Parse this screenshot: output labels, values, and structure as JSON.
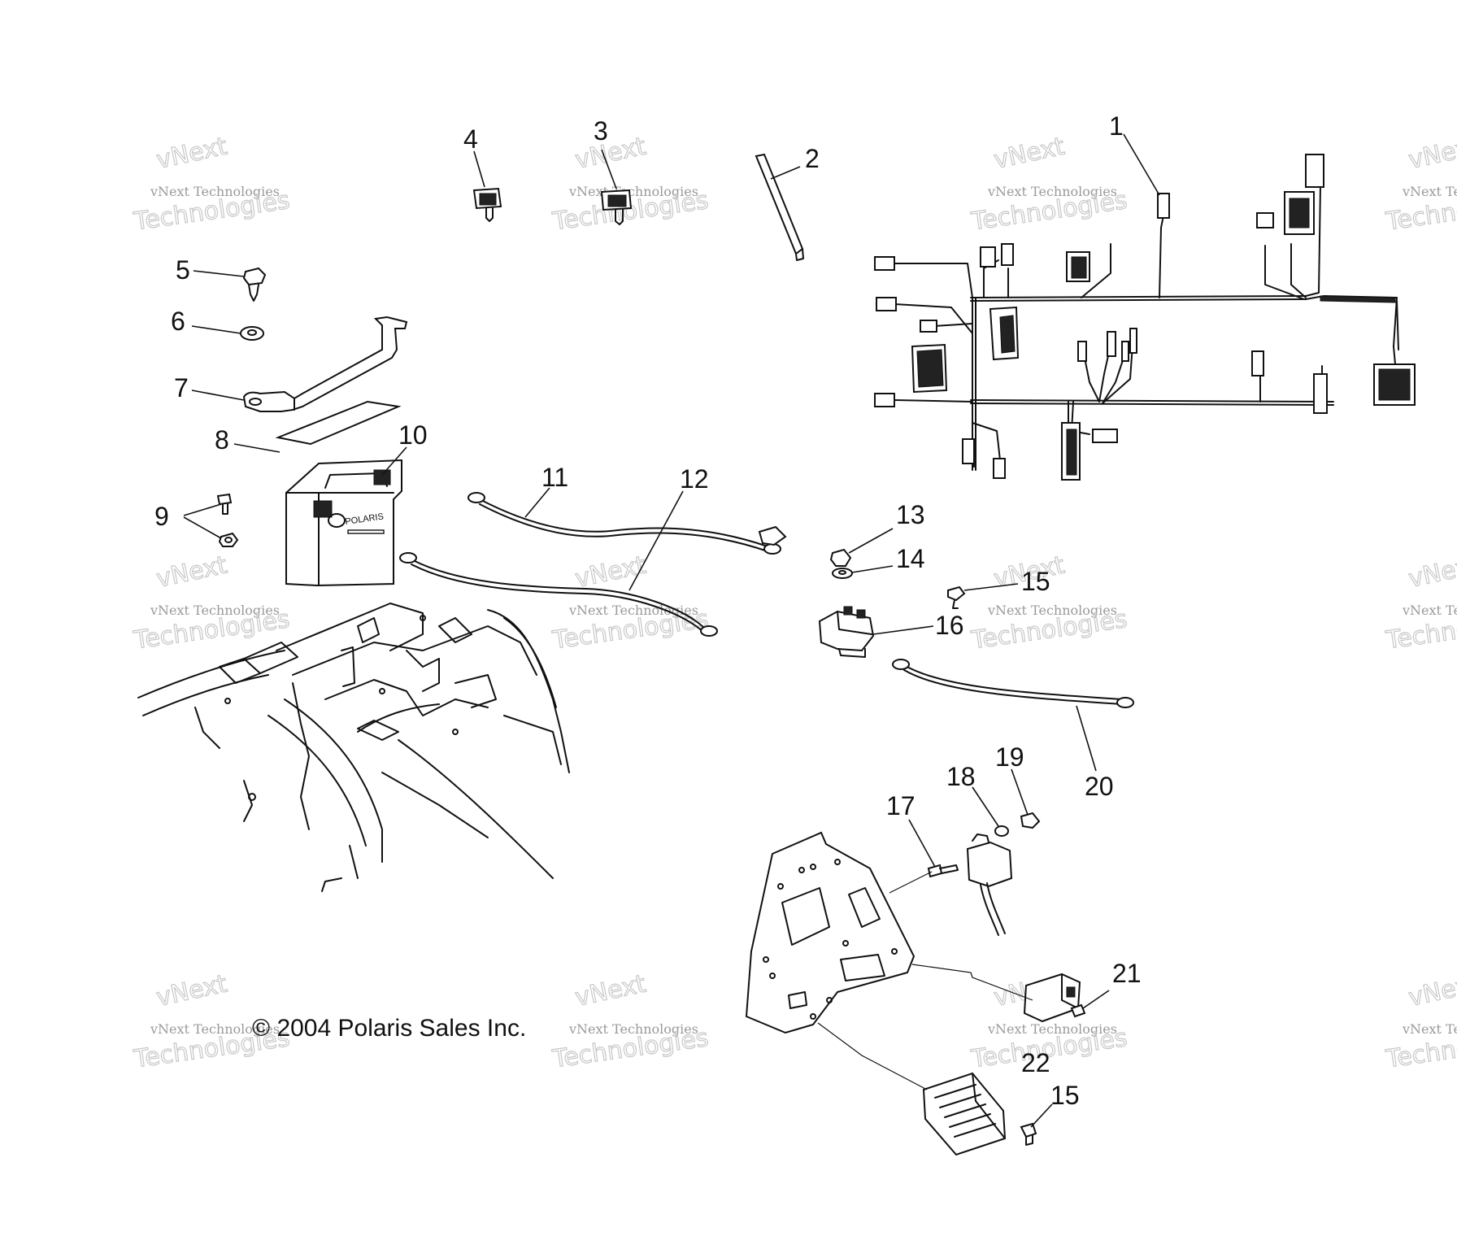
{
  "copyright": "© 2004 Polaris Sales Inc.",
  "watermark": {
    "small": "vNext Technologies",
    "large": "Technologies",
    "top": "vNext"
  },
  "callouts": {
    "c1": "1",
    "c2": "2",
    "c3": "3",
    "c4": "4",
    "c5": "5",
    "c6": "6",
    "c7": "7",
    "c8": "8",
    "c9": "9",
    "c10": "10",
    "c11": "11",
    "c12": "12",
    "c13": "13",
    "c14": "14",
    "c15a": "15",
    "c15b": "15",
    "c16": "16",
    "c17": "17",
    "c18": "18",
    "c19": "19",
    "c20": "20",
    "c21": "21",
    "c22": "22"
  }
}
